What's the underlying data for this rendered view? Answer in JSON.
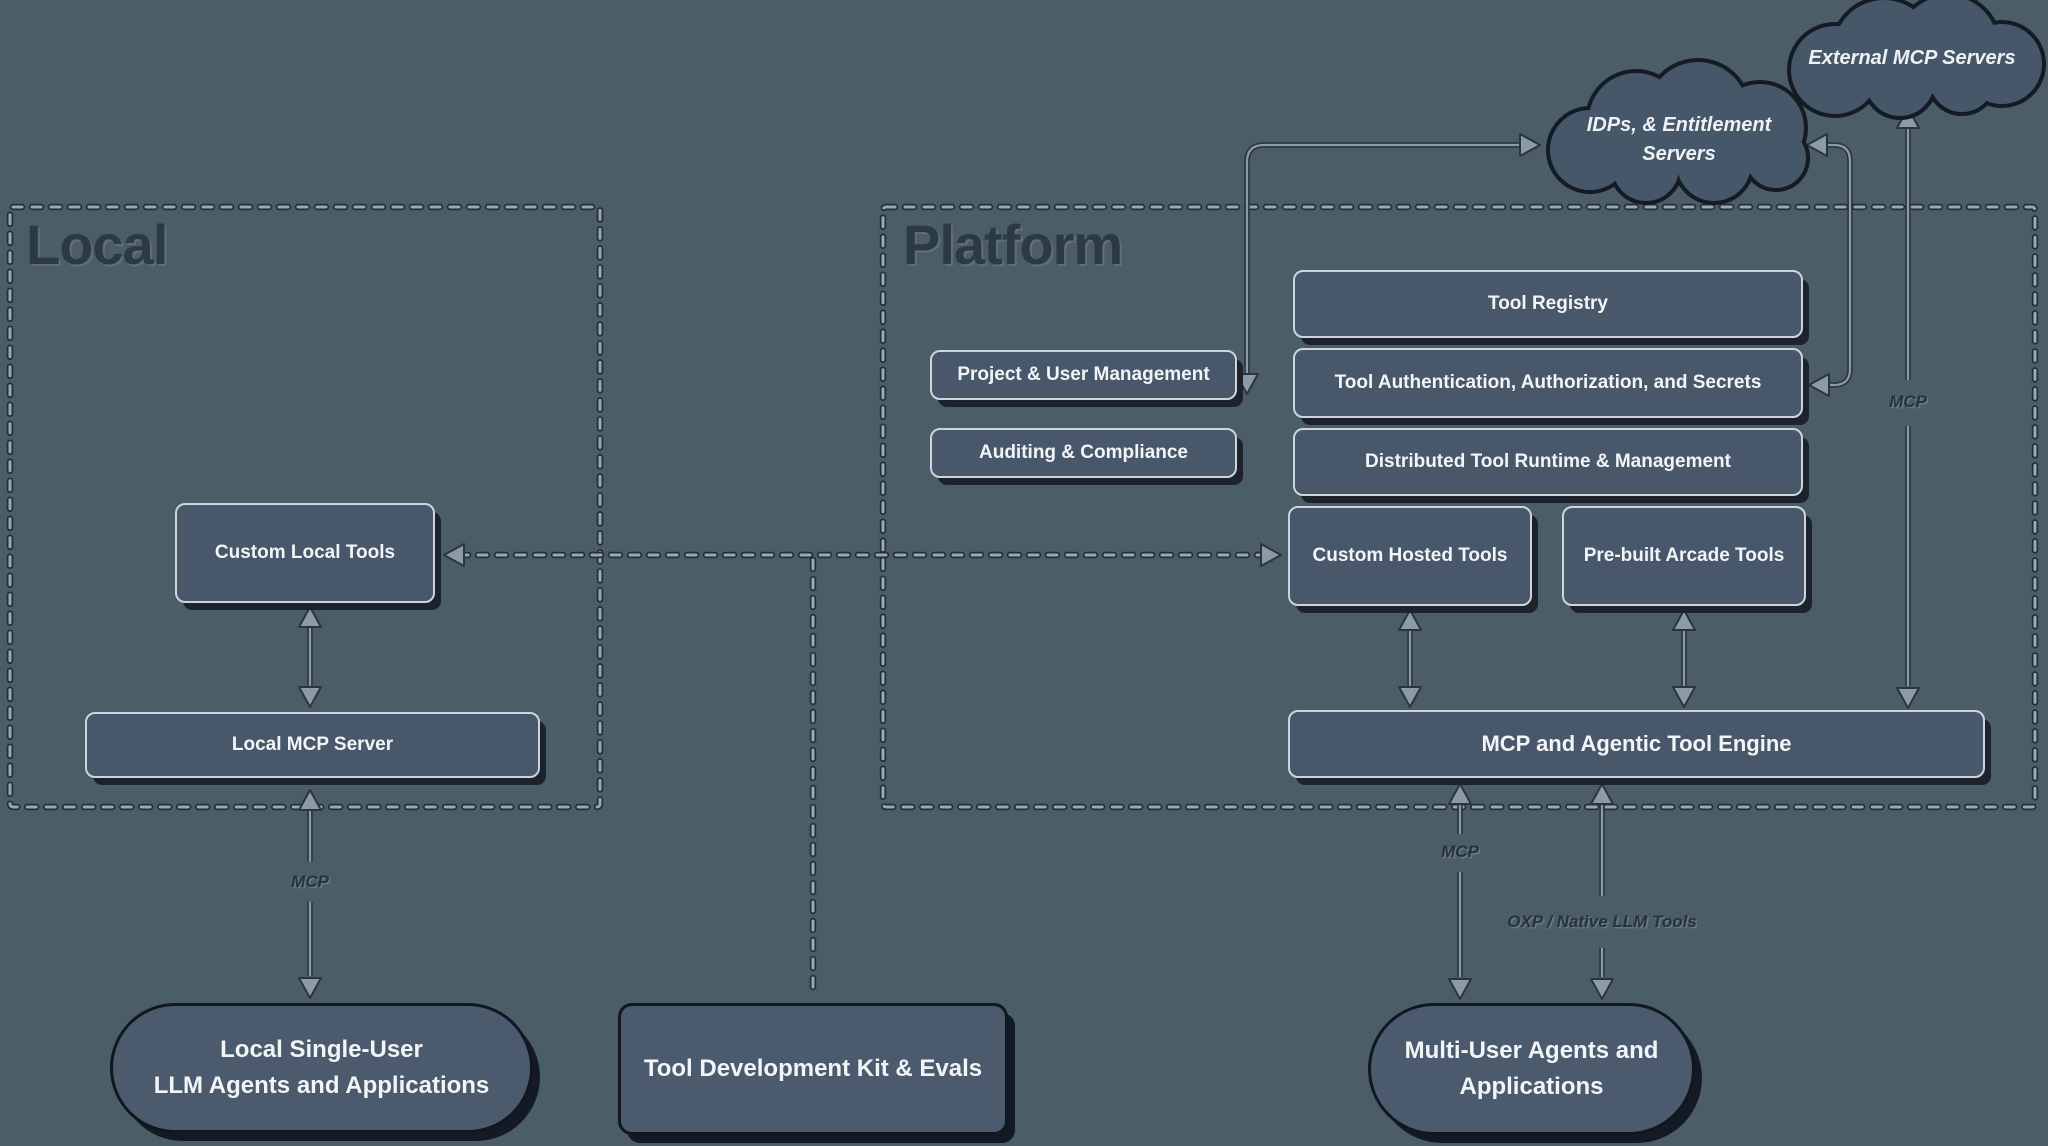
{
  "titles": {
    "local": "Local",
    "platform": "Platform"
  },
  "clouds": {
    "external": {
      "label": "External MCP Servers"
    },
    "idps": {
      "line1": "IDPs, & Entitlement",
      "line2": "Servers"
    }
  },
  "boxes": {
    "custom_local_tools": "Custom Local Tools",
    "local_mcp_server": "Local MCP Server",
    "project_user_mgmt": "Project & User Management",
    "auditing_compliance": "Auditing & Compliance",
    "tool_registry": "Tool Registry",
    "tool_auth": "Tool Authentication, Authorization, and Secrets",
    "distributed_runtime": "Distributed Tool Runtime & Management",
    "custom_hosted_tools": "Custom Hosted Tools",
    "prebuilt_arcade_tools": "Pre-built Arcade Tools",
    "engine": "MCP and Agentic Tool Engine",
    "tdk": "Tool Development Kit & Evals",
    "local_agents": {
      "line1": "Local Single-User",
      "line2": "LLM Agents and Applications"
    },
    "multi_agents": {
      "line1": "Multi-User Agents and",
      "line2": "Applications"
    }
  },
  "edge_labels": {
    "mcp_local": "MCP",
    "mcp_engine": "MCP",
    "mcp_external": "MCP",
    "oxp": "OXP / Native LLM Tools"
  },
  "colors": {
    "background": "#4b5e67",
    "box_fill": "#485769",
    "box_border_light": "#cdd5da",
    "box_border_dark": "#10171f",
    "shadow": "#1c232d",
    "dash_light": "#9aa8b2",
    "dash_dark": "#242e38",
    "arrow_light": "#8d9ba6",
    "arrow_dark": "#2b3540",
    "section_title": "#2d3947",
    "text_white": "#f2f5f7"
  }
}
